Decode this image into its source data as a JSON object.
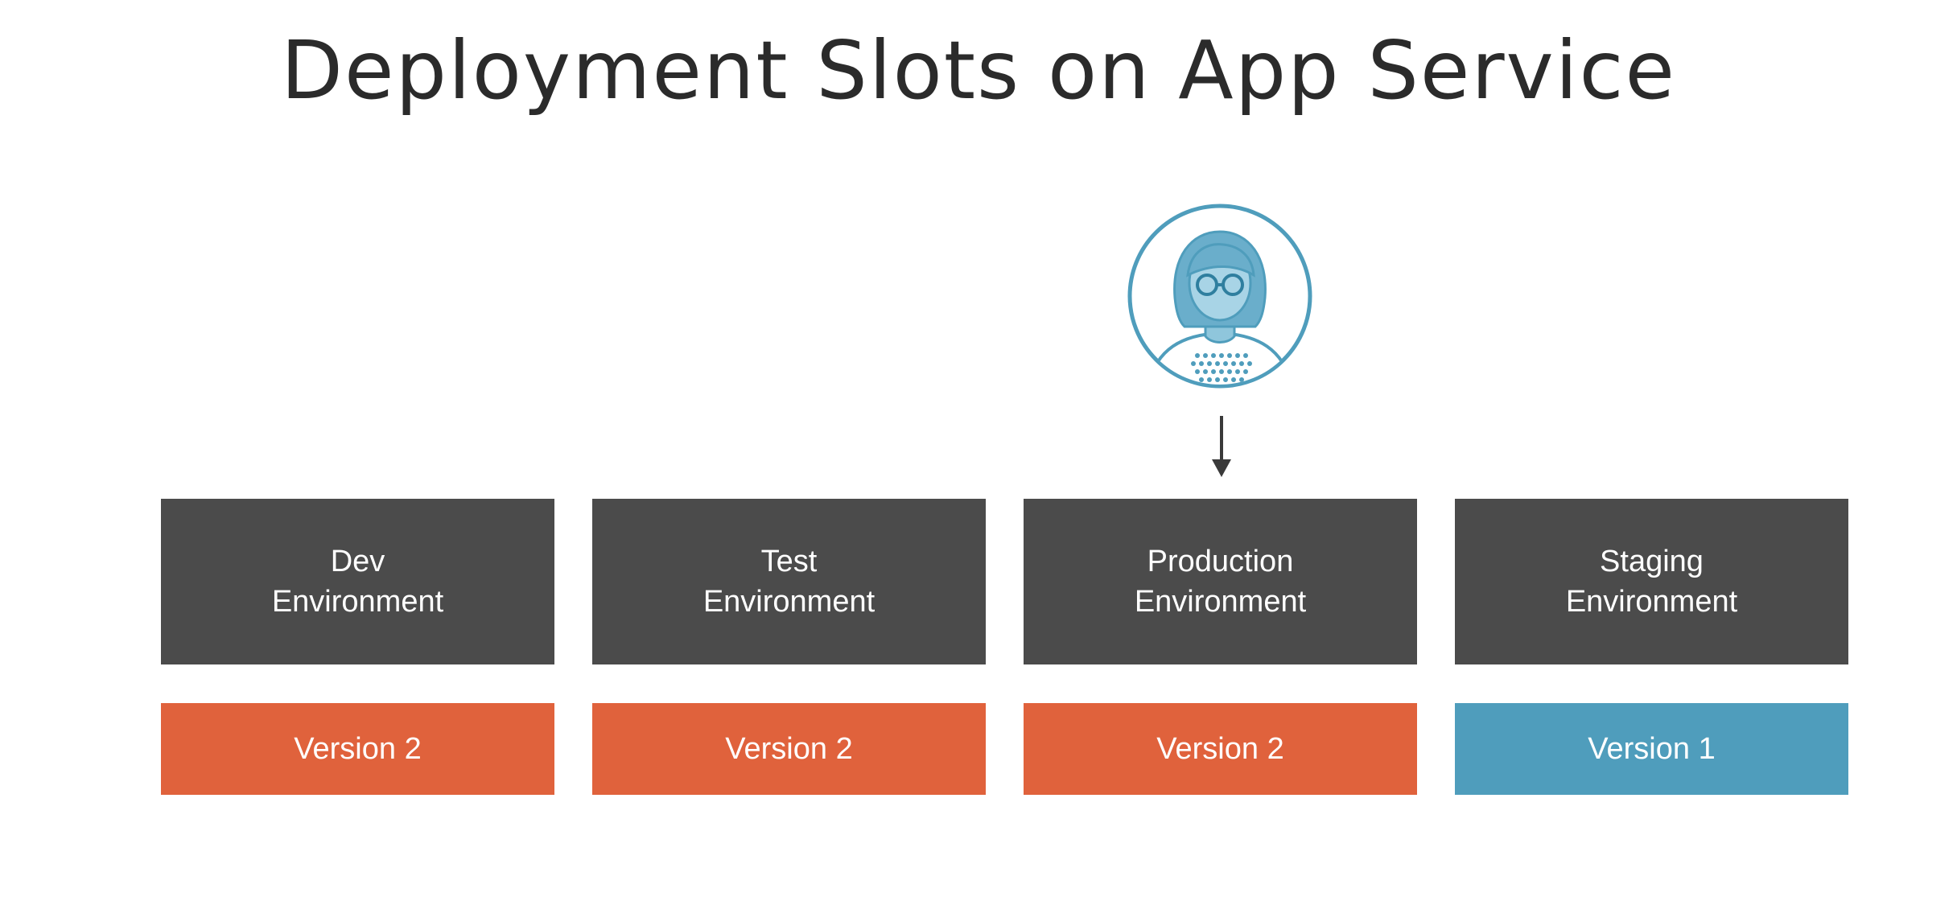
{
  "title": "Deployment Slots on App Service",
  "colors": {
    "env_box": "#4b4b4b",
    "version_2": "#e0623c",
    "version_1": "#4f9dbc",
    "avatar_stroke": "#4f9dbc",
    "arrow": "#3a3a3a"
  },
  "user": {
    "icon": "user-avatar-icon"
  },
  "arrow": {
    "icon": "down-arrow-icon"
  },
  "environments": [
    {
      "line1": "Dev",
      "line2": "Environment",
      "version": "Version 2",
      "color": "#e0623c"
    },
    {
      "line1": "Test",
      "line2": "Environment",
      "version": "Version 2",
      "color": "#e0623c"
    },
    {
      "line1": "Production",
      "line2": "Environment",
      "version": "Version 2",
      "color": "#e0623c"
    },
    {
      "line1": "Staging",
      "line2": "Environment",
      "version": "Version 1",
      "color": "#4f9dbc"
    }
  ]
}
